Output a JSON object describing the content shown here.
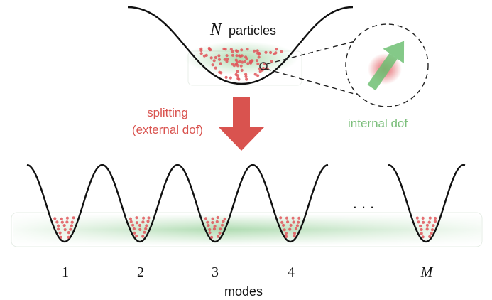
{
  "top": {
    "n_symbol": "N",
    "particles_label": "particles"
  },
  "splitting": {
    "line1": "splitting",
    "line2": "(external dof)"
  },
  "internal_label": "internal dof",
  "ellipsis": ". . .",
  "modes": {
    "labels": [
      "1",
      "2",
      "3",
      "4",
      "M"
    ],
    "axis_label": "modes"
  },
  "colors": {
    "particle_red": "#e0565b",
    "arrow_red": "#d9534f",
    "green": "#6fbf73",
    "green_text": "#7cbf7c",
    "curve": "#111111"
  }
}
